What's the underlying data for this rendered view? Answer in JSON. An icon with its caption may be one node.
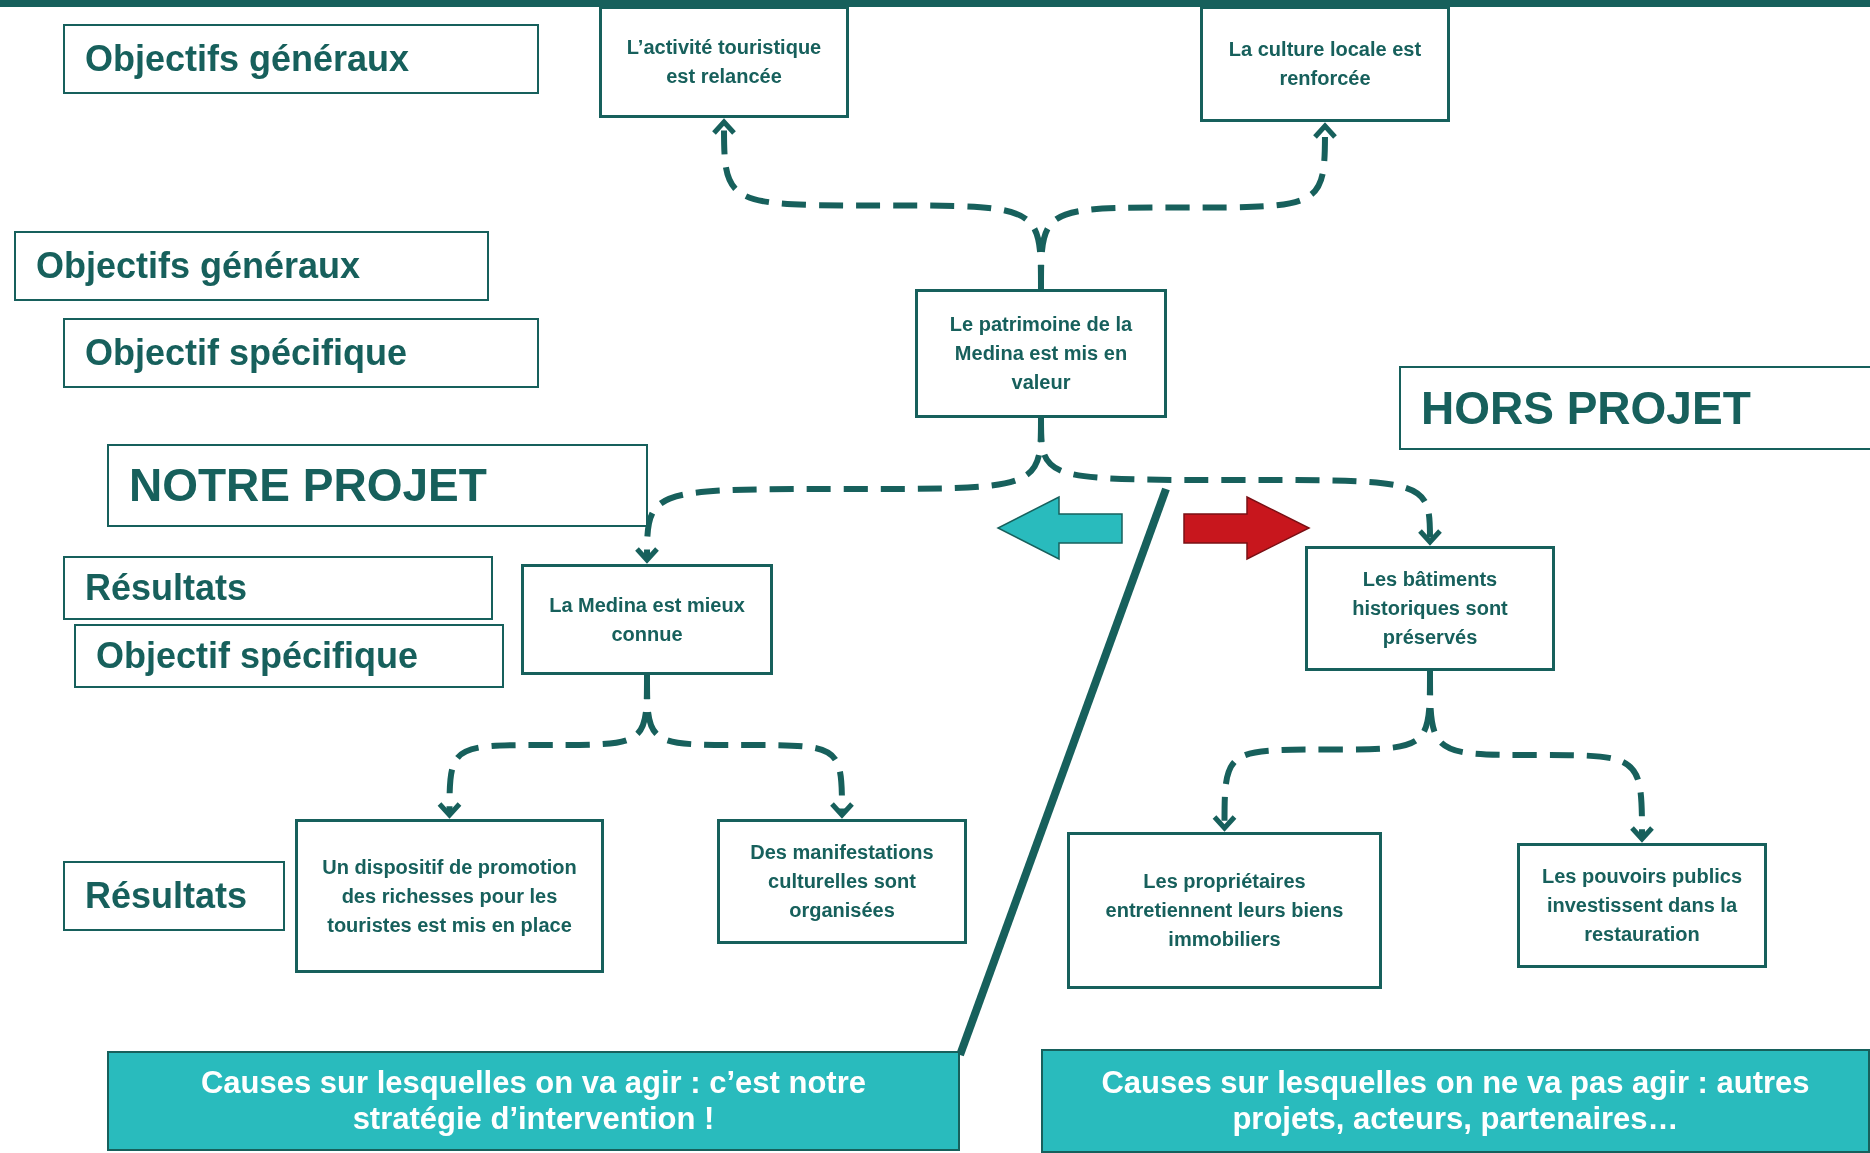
{
  "diagram": {
    "nodes": [
      {
        "text": [
          "Objectifs généraux"
        ]
      },
      {
        "text": [
          "L’activité touristique est relancée"
        ]
      },
      {
        "text": [
          "La culture locale est renforcée"
        ]
      },
      {
        "text": [
          "Objectifs généraux"
        ]
      },
      {
        "text": [
          "Objectif spécifique"
        ]
      },
      {
        "text": [
          "Le patrimoine de la Medina est mis en valeur"
        ]
      },
      {
        "text": [
          "HORS PROJET"
        ]
      },
      {
        "text": [
          "NOTRE PROJET"
        ]
      },
      {
        "text": [
          "Résultats"
        ]
      },
      {
        "text": [
          "Objectif spécifique"
        ]
      },
      {
        "text": [
          "La Medina est mieux connue"
        ]
      },
      {
        "text": [
          "Les bâtiments historiques sont préservés"
        ]
      },
      {
        "text": [
          "Résultats"
        ]
      },
      {
        "text": [
          "Un dispositif de promotion des richesses pour les touristes est mis en place"
        ]
      },
      {
        "text": [
          "Des manifestations culturelles sont organisées"
        ]
      },
      {
        "text": [
          "Les propriétaires entretiennent leurs biens immobiliers"
        ]
      },
      {
        "text": [
          "Les pouvoirs publics investissent dans la restauration"
        ]
      },
      {
        "text": [
          "Causes sur lesquelles on va agir : c’est notre stratégie d’intervention !"
        ]
      },
      {
        "text": [
          "Causes sur lesquelles on ne va pas agir : autres projets, acteurs, partenaires…"
        ]
      }
    ],
    "edges": [
      {
        "from": 5,
        "to": 1,
        "arrow": "to"
      },
      {
        "from": 5,
        "to": 2,
        "arrow": "to"
      },
      {
        "from": 5,
        "to": 10,
        "arrow": "to"
      },
      {
        "from": 5,
        "to": 11,
        "arrow": "to"
      },
      {
        "from": 10,
        "to": 13,
        "arrow": "to"
      },
      {
        "from": 10,
        "to": 14,
        "arrow": "to"
      },
      {
        "from": 11,
        "to": 15,
        "arrow": "to"
      },
      {
        "from": 11,
        "to": 16,
        "arrow": "to"
      }
    ]
  }
}
